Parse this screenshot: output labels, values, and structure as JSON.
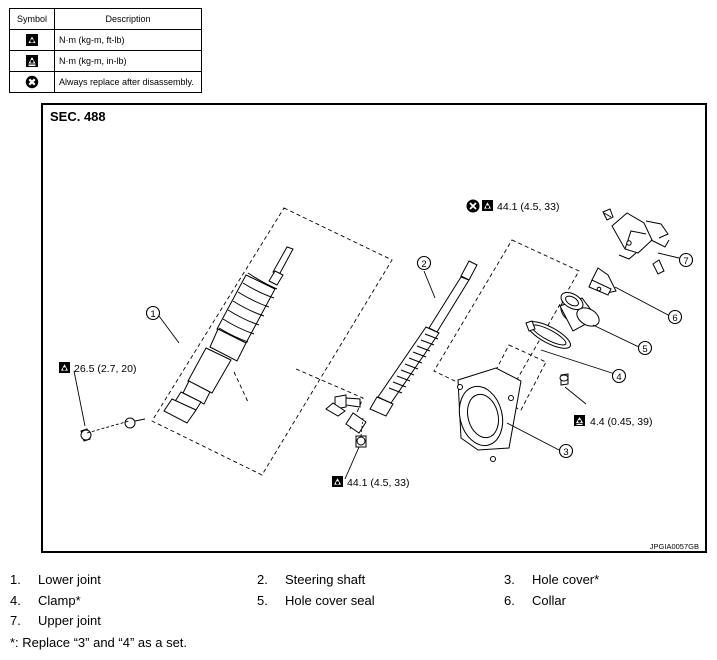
{
  "symbol_table": {
    "headers": [
      "Symbol",
      "Description"
    ],
    "rows": [
      {
        "icon": "torque-nm-ftlb-icon",
        "description": "N·m (kg-m, ft-lb)"
      },
      {
        "icon": "torque-nm-inlb-icon",
        "description": "N·m (kg-m, in-lb)"
      },
      {
        "icon": "always-replace-icon",
        "description": "Always replace after disassembly."
      }
    ]
  },
  "diagram": {
    "section": "SEC. 488",
    "figure_id": "JPGIA0057GB",
    "callouts": [
      "1",
      "2",
      "3",
      "4",
      "5",
      "6",
      "7"
    ],
    "torques": {
      "lower_joint_bolt": "26.5 (2.7, 20)",
      "steering_shaft_bolt": "44.1 (4.5, 33)",
      "upper_joint_bolt": "44.1 (4.5, 33)",
      "hole_cover_nut": "4.4 (0.45, 39)"
    }
  },
  "legend": [
    {
      "num": "1.",
      "label": "Lower joint"
    },
    {
      "num": "2.",
      "label": "Steering shaft"
    },
    {
      "num": "3.",
      "label": "Hole cover*"
    },
    {
      "num": "4.",
      "label": "Clamp*"
    },
    {
      "num": "5.",
      "label": "Hole cover seal"
    },
    {
      "num": "6.",
      "label": "Collar"
    },
    {
      "num": "7.",
      "label": "Upper joint"
    }
  ],
  "note": "*: Replace “3” and “4” as a set."
}
